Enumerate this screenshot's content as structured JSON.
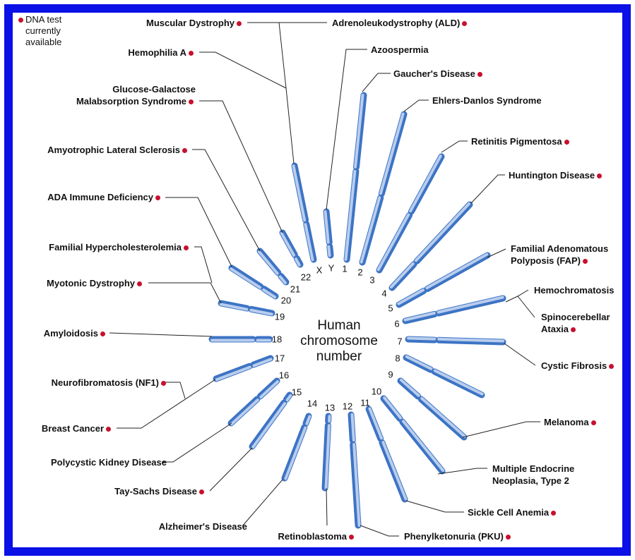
{
  "legend": {
    "text_lines": [
      "DNA test",
      "currently",
      "available"
    ],
    "dot_color": "#c8102e"
  },
  "center_title": [
    "Human",
    "chromosome",
    "number"
  ],
  "colors": {
    "border": "#0b10e6",
    "chromosome_dark": "#3d74c4",
    "chromosome_light": "#b9cdee",
    "dot": "#c8102e"
  },
  "chromosomes": [
    "1",
    "2",
    "3",
    "4",
    "5",
    "6",
    "7",
    "8",
    "9",
    "10",
    "11",
    "12",
    "13",
    "14",
    "15",
    "16",
    "17",
    "18",
    "19",
    "20",
    "21",
    "22",
    "X",
    "Y"
  ],
  "diseases": [
    {
      "name": "Muscular Dystrophy",
      "dna_test": true
    },
    {
      "name": "Adrenoleukodystrophy (ALD)",
      "dna_test": true
    },
    {
      "name": "Hemophilia A",
      "dna_test": true
    },
    {
      "name": "Azoospermia",
      "dna_test": false
    },
    {
      "name": "Gaucher's Disease",
      "dna_test": true
    },
    {
      "name": "Glucose-Galactose Malabsorption Syndrome",
      "dna_test": true
    },
    {
      "name": "Ehlers-Danlos Syndrome",
      "dna_test": false
    },
    {
      "name": "Retinitis Pigmentosa",
      "dna_test": true
    },
    {
      "name": "Amyotrophic Lateral Sclerosis",
      "dna_test": true
    },
    {
      "name": "Huntington Disease",
      "dna_test": true
    },
    {
      "name": "ADA Immune Deficiency",
      "dna_test": true
    },
    {
      "name": "Familial Adenomatous Polyposis (FAP)",
      "dna_test": true
    },
    {
      "name": "Familial Hypercholesterolemia",
      "dna_test": true
    },
    {
      "name": "Hemochromatosis",
      "dna_test": false
    },
    {
      "name": "Myotonic Dystrophy",
      "dna_test": true
    },
    {
      "name": "Spinocerebellar Ataxia",
      "dna_test": true
    },
    {
      "name": "Amyloidosis",
      "dna_test": true
    },
    {
      "name": "Cystic Fibrosis",
      "dna_test": true
    },
    {
      "name": "Neurofibromatosis (NF1)",
      "dna_test": true
    },
    {
      "name": "Breast Cancer",
      "dna_test": true
    },
    {
      "name": "Melanoma",
      "dna_test": true
    },
    {
      "name": "Polycystic Kidney Disease",
      "dna_test": false
    },
    {
      "name": "Multiple Endocrine Neoplasia, Type 2",
      "dna_test": false
    },
    {
      "name": "Tay-Sachs Disease",
      "dna_test": true
    },
    {
      "name": "Sickle Cell Anemia",
      "dna_test": true
    },
    {
      "name": "Alzheimer's Disease",
      "dna_test": false
    },
    {
      "name": "Retinoblastoma",
      "dna_test": true
    },
    {
      "name": "Phenylketonuria (PKU)",
      "dna_test": true
    }
  ]
}
